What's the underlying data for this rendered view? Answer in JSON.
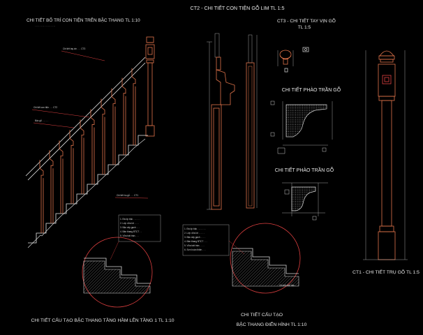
{
  "titles": {
    "top": "CT2 - CHI TIẾT CON TIỆN GỖ LIM TL 1:5",
    "layout": "CHI TIẾT BỐ TRÍ CON TIỆN TRÊN BẬC THANG TL 1:10",
    "handrail": "CT3 - CHI TIẾT TAY VỊN GỖ",
    "handrail_scale": "TL 1:5",
    "molding_1": "CHI TIẾT PHÀO TRẦN GỖ",
    "molding_2": "CHI TIẾT PHÀO TRẦN GỖ",
    "newel": "CT1 - CHI TIẾT TRỤ GỖ TL 1:5",
    "section_basement": "CHI TIẾT CẤU TẠO BẬC THANG TẦNG HẦM LÊN TẦNG 1 TL 1:10",
    "section_typical_1": "CHI TIẾT CẤU TẠO",
    "section_typical_2": "BẬC THANG ĐIỂN HÌNH TL 1:10"
  },
  "colors": {
    "background": "#000000",
    "wood": "#e0744a",
    "line": "#d8d8d8",
    "text": "#e8e8e8",
    "leader": "#e04040",
    "hatch": "#9a9a9a",
    "dim": "#c8c8c8"
  }
}
